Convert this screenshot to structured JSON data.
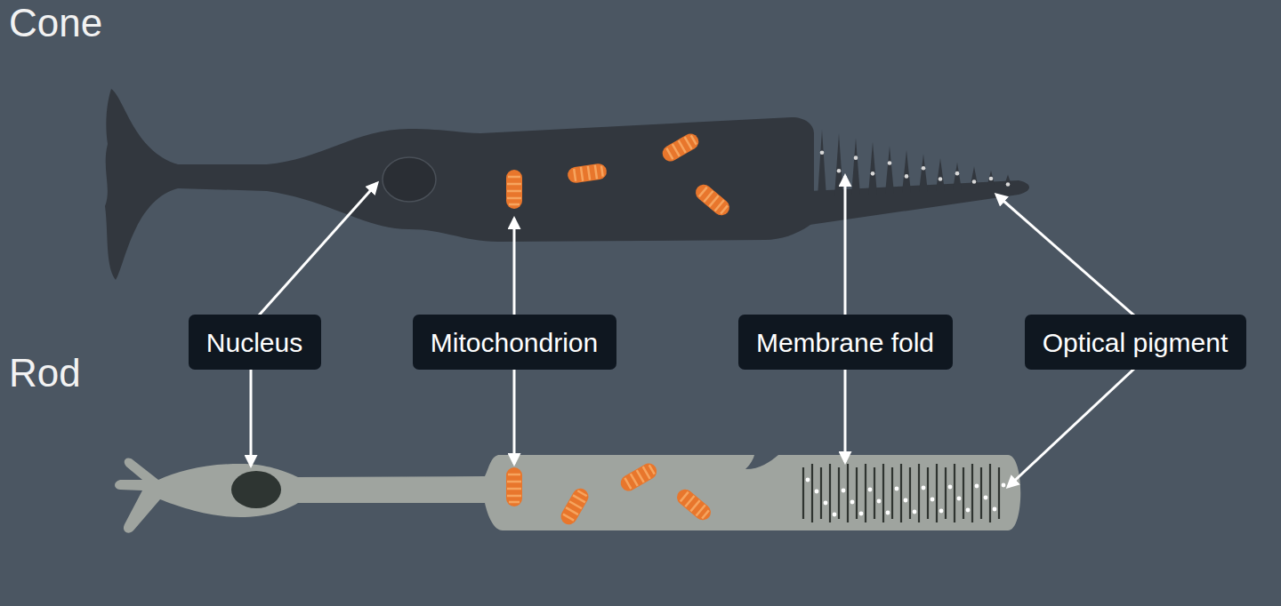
{
  "diagram": {
    "nodes": [
      {
        "text": [
          "Nucleus"
        ]
      },
      {
        "text": [
          "Mitochondrion"
        ]
      },
      {
        "text": [
          "Membrane fold"
        ]
      },
      {
        "text": [
          "Optical pigment"
        ]
      }
    ],
    "labels": [
      "Cone",
      "Rod"
    ]
  }
}
